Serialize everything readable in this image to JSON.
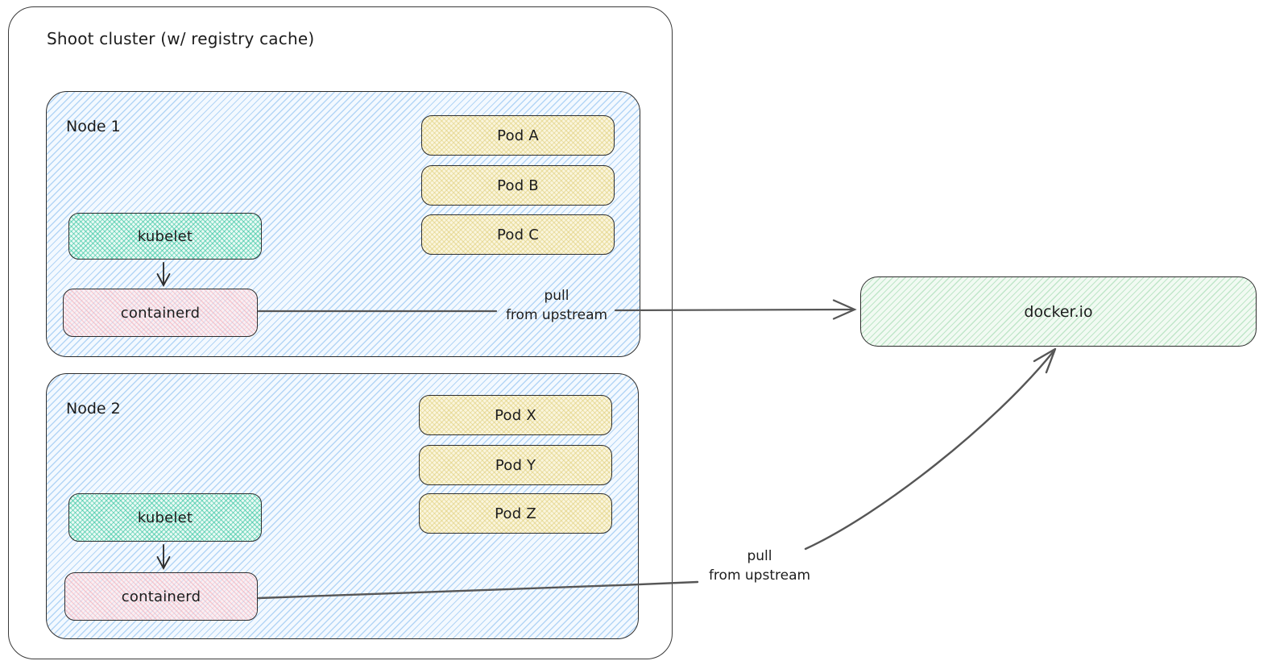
{
  "cluster": {
    "title": "Shoot cluster (w/ registry cache)"
  },
  "nodes": [
    {
      "label": "Node 1",
      "kubelet": "kubelet",
      "containerd": "containerd",
      "pods": [
        "Pod A",
        "Pod B",
        "Pod C"
      ]
    },
    {
      "label": "Node 2",
      "kubelet": "kubelet",
      "containerd": "containerd",
      "pods": [
        "Pod X",
        "Pod Y",
        "Pod Z"
      ]
    }
  ],
  "registry": {
    "label": "docker.io"
  },
  "edges": {
    "node1_pull": {
      "line1": "pull",
      "line2": "from upstream"
    },
    "node2_pull": {
      "line1": "pull",
      "line2": "from upstream"
    }
  },
  "palette": {
    "node_fill": "#dbeafe",
    "node_hatch": "#74b1ec",
    "kubelet_fill": "#96e8d2",
    "kubelet_hatch": "#2fc29e",
    "containerd_fill": "#f8dde3",
    "containerd_hatch": "#f096a3",
    "pod_fill": "#f5eecb",
    "pod_hatch": "#decd76",
    "registry_fill": "#e4f6e7",
    "registry_hatch": "#82cd96",
    "shape_stroke": "#2e2e2e",
    "arrow_stroke": "#555555"
  }
}
